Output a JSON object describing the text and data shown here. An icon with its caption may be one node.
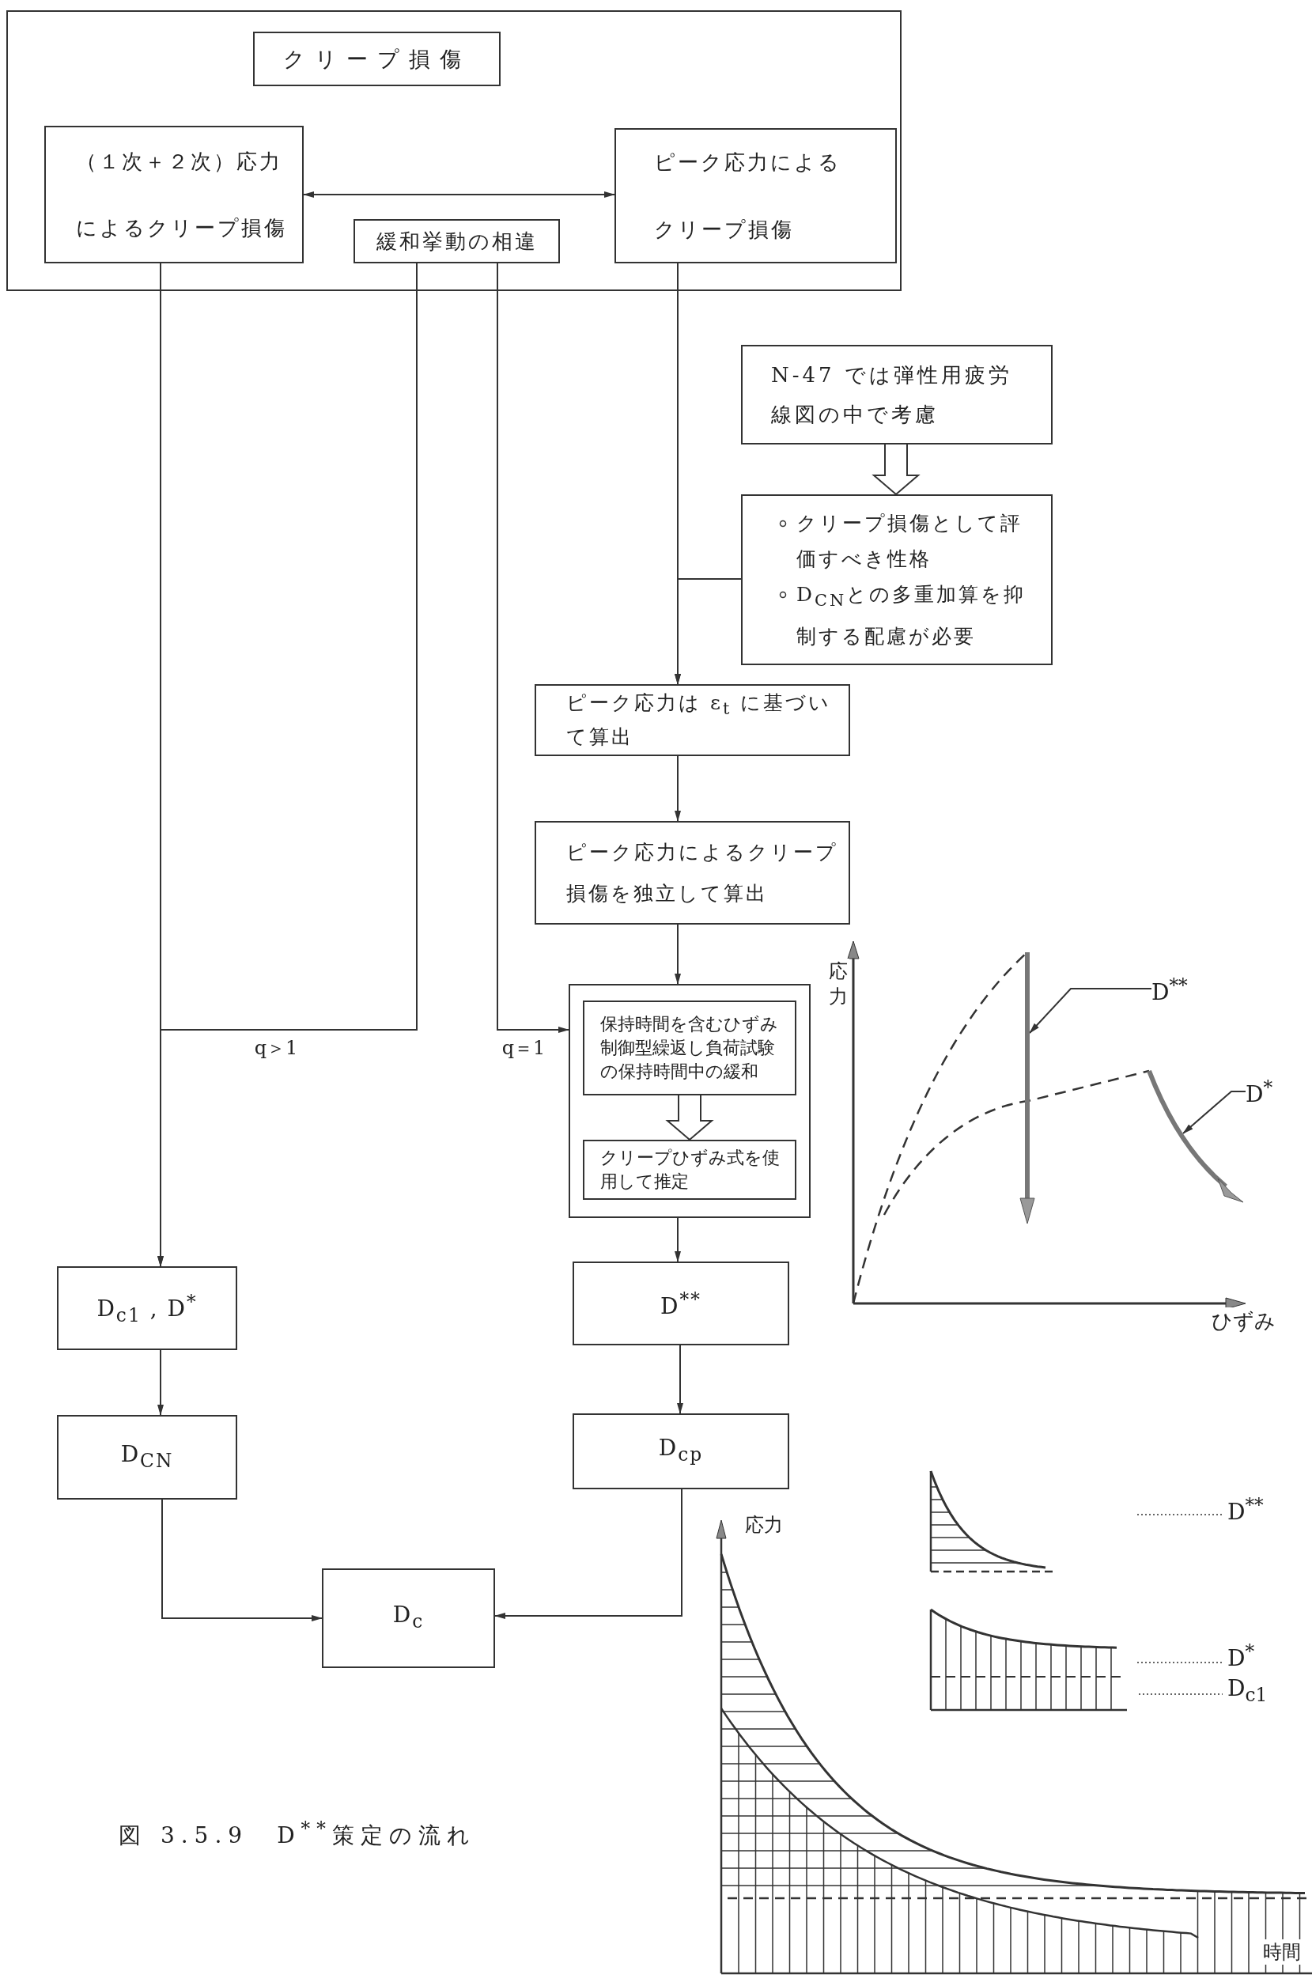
{
  "diagram": {
    "caption": "図 3.5.9　D$^{**}$策定の流れ",
    "nodes": [
      {
        "text": [],
        "shape": "box"
      },
      {
        "text": [
          "クリープ損傷"
        ],
        "in": 0
      },
      {
        "text": [
          "（１次＋２次）応力によるクリープ損傷"
        ],
        "in": 0
      },
      {
        "text": [
          "緩和挙動の相違"
        ],
        "in": 0
      },
      {
        "text": [
          "ピーク応力によるクリープ損傷"
        ],
        "in": 0
      },
      {
        "text": [
          "N-47 では弾性用疲労線図の中で考慮"
        ]
      },
      {
        "text": [
          "クリープ損傷として評価すべき性格",
          "D$_{CN}$との多重加算を抑制する配慮が必要"
        ]
      },
      {
        "text": [
          "ピーク応力は ε$_{t}$ に基づいて算出"
        ]
      },
      {
        "text": [
          "ピーク応力によるクリープ損傷を独立して算出"
        ]
      },
      {
        "text": [],
        "shape": "box"
      },
      {
        "text": [
          "保持時間を含むひずみ制御型繰返し負荷試験の保持時間中の緩和"
        ],
        "in": 9
      },
      {
        "text": [
          "クリープひずみ式を使用して推定"
        ],
        "in": 9
      },
      {
        "text": [
          "D$_{c1}$ , D$^{*}$"
        ]
      },
      {
        "text": [
          "D$_{CN}$"
        ]
      },
      {
        "text": [
          "D$^{**}$"
        ]
      },
      {
        "text": [
          "D$_{cp}$"
        ]
      },
      {
        "text": [
          "D$_{c}$"
        ]
      },
      {
        "text": [
          "D$^{**}$"
        ]
      },
      {
        "text": [
          "D$^{*}$"
        ]
      }
    ],
    "edges": [
      {
        "from": 2,
        "to": 4,
        "arrow": "both"
      },
      {
        "from": 2,
        "to": 12,
        "arrow": "to"
      },
      {
        "from": 3,
        "to": 12,
        "arrow": "to",
        "label": "q＞1"
      },
      {
        "from": 3,
        "to": 9,
        "arrow": "to",
        "label": "q＝1"
      },
      {
        "from": 4,
        "to": 7,
        "arrow": "to"
      },
      {
        "from": 5,
        "to": 6,
        "arrow": "to",
        "style": "thick"
      },
      {
        "from": 6,
        "to": 7,
        "arrow": "to"
      },
      {
        "from": 7,
        "to": 8,
        "arrow": "to"
      },
      {
        "from": 8,
        "to": 9,
        "arrow": "to"
      },
      {
        "from": 10,
        "to": 11,
        "arrow": "to",
        "style": "thick"
      },
      {
        "from": 9,
        "to": 14,
        "arrow": "to"
      },
      {
        "from": 12,
        "to": 13,
        "arrow": "to"
      },
      {
        "from": 14,
        "to": 15,
        "arrow": "to"
      },
      {
        "from": 13,
        "to": 16,
        "arrow": "to"
      },
      {
        "from": 15,
        "to": 16,
        "arrow": "to"
      },
      {
        "from": 17,
        "to": null,
        "arrow": "to"
      },
      {
        "from": 18,
        "to": null,
        "arrow": "to"
      }
    ],
    "labels": [
      "応力",
      "ひずみ",
      "応力",
      "時間"
    ],
    "legend": [
      {
        "text": "D$^{**}$"
      },
      {
        "text": "D$^{*}$"
      },
      {
        "text": "D$_{c1}$"
      }
    ]
  }
}
